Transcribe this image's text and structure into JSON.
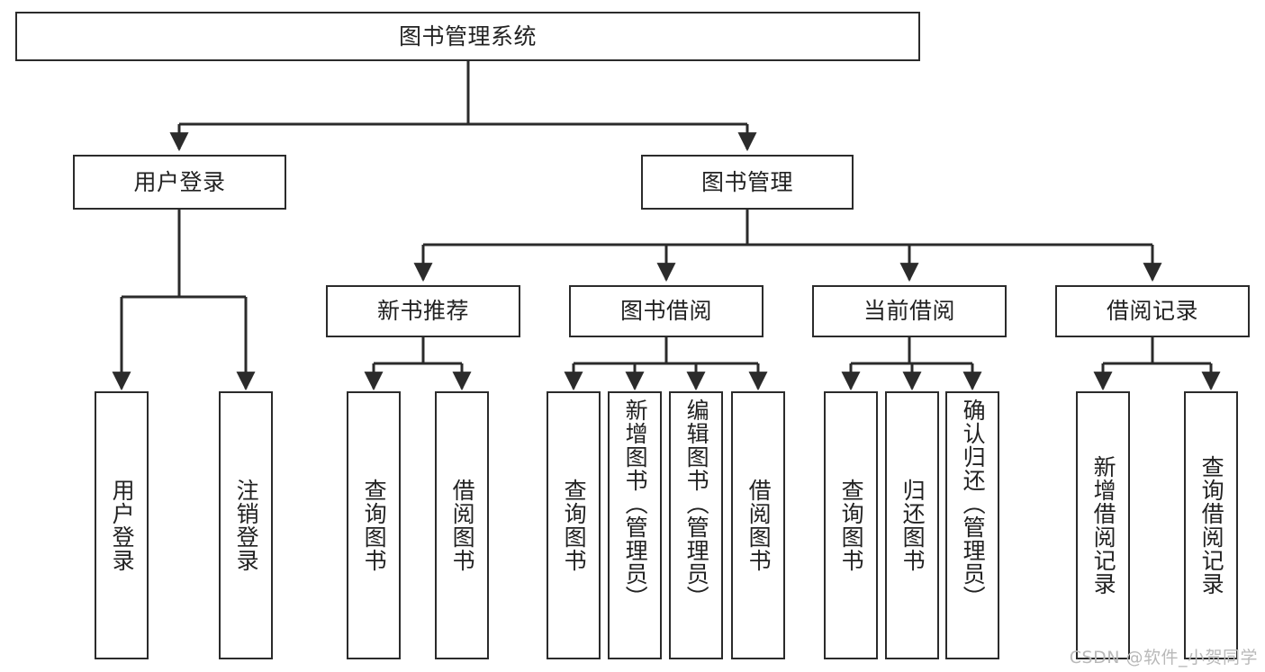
{
  "diagram": {
    "title": "图书管理系统",
    "type": "tree-hierarchy",
    "watermark": "CSDN @软件_小贺同学",
    "edge_color": "#2b2b2b",
    "node_border_color": "#2b2b2b",
    "node_fill_color": "#ffffff",
    "text_color": "#222222"
  },
  "nodes": {
    "root": {
      "label": "图书管理系统"
    },
    "level2": [
      {
        "label": "用户登录"
      },
      {
        "label": "图书管理"
      }
    ],
    "level3": [
      {
        "label": "新书推荐"
      },
      {
        "label": "图书借阅"
      },
      {
        "label": "当前借阅"
      },
      {
        "label": "借阅记录"
      }
    ],
    "leaves": {
      "user_login": [
        {
          "label": "用户登录"
        },
        {
          "label": "注销登录"
        }
      ],
      "new_book_recommend": [
        {
          "label": "查询图书"
        },
        {
          "label": "借阅图书"
        }
      ],
      "book_borrow": [
        {
          "label": "查询图书"
        },
        {
          "label": "新增图书（管理员）"
        },
        {
          "label": "编辑图书（管理员）"
        },
        {
          "label": "借阅图书"
        }
      ],
      "current_borrow": [
        {
          "label": "查询图书"
        },
        {
          "label": "归还图书"
        },
        {
          "label": "确认归还（管理员）"
        }
      ],
      "borrow_record": [
        {
          "label": "新增借阅记录"
        },
        {
          "label": "查询借阅记录"
        }
      ]
    }
  }
}
